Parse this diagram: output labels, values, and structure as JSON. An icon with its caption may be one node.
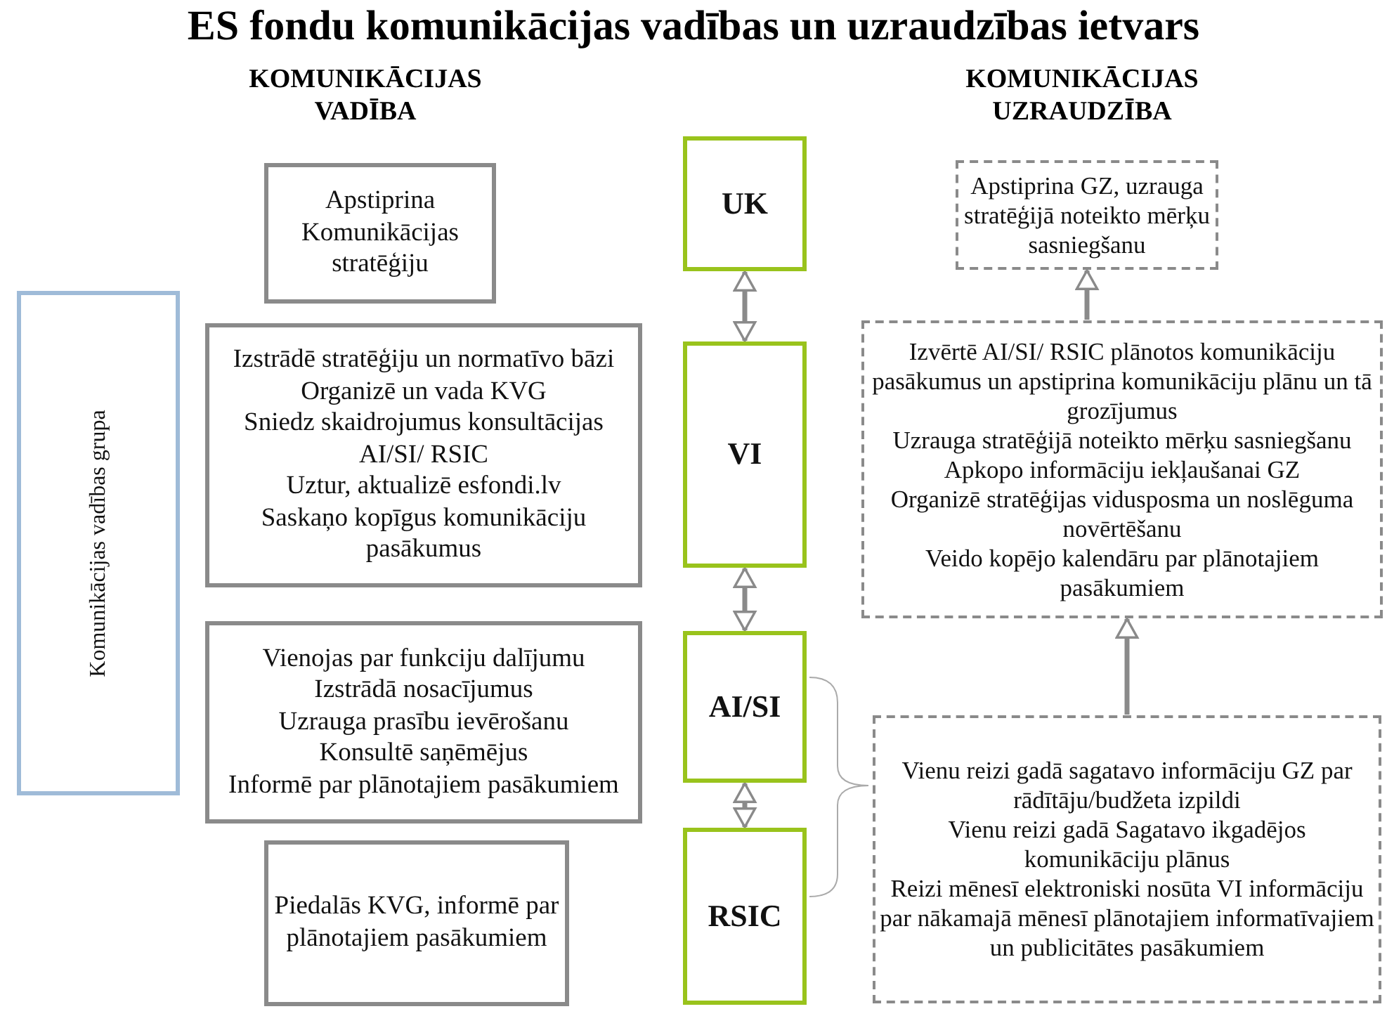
{
  "diagram": {
    "title": "ES fondu komunikācijas vadības un uzraudzības ietvars",
    "nodes": [
      {
        "text": [
          "Komunikācijas vadības grupa"
        ]
      },
      {
        "text": [
          "Apstiprina Komunikācijas stratēģiju"
        ]
      },
      {
        "text": [
          "UK"
        ]
      },
      {
        "text": [
          "Apstiprina GZ, uzrauga stratēģijā noteikto mērķu sasniegšanu"
        ]
      },
      {
        "text": [
          "Izstrādē stratēģiju un normatīvo bāzi",
          "Organizē un vada KVG",
          "Sniedz skaidrojumus konsultācijas AI/SI/ RSIC",
          "Uztur, aktualizē esfondi.lv",
          "Saskaņo kopīgus komunikāciju pasākumus"
        ]
      },
      {
        "text": [
          "VI"
        ]
      },
      {
        "text": [
          "Izvērtē AI/SI/ RSIC plānotos komunikāciju pasākumus un apstiprina komunikāciju plānu un tā grozījumus",
          "Uzrauga stratēģijā noteikto mērķu sasniegšanu",
          "Apkopo informāciju iekļaušanai GZ",
          "Organizē stratēģijas vidusposma un noslēguma novērtēšanu",
          "Veido kopējo kalendāru par plānotajiem pasākumiem"
        ]
      },
      {
        "text": [
          "Vienojas par funkciju dalījumu",
          "Izstrādā nosacījumus",
          "Uzrauga prasību ievērošanu",
          "Konsultē saņēmējus",
          "Informē par plānotajiem pasākumiem"
        ]
      },
      {
        "text": [
          "AI/SI"
        ]
      },
      {
        "text": [
          "Vienu reizi gadā sagatavo informāciju GZ par rādītāju/budžeta izpildi",
          "Vienu reizi gadā Sagatavo ikgadējos komunikāciju plānus",
          "Reizi mēnesī elektroniski nosūta VI informāciju par nākamajā mēnesī plānotajiem informatīvajiem un publicitātes pasākumiem"
        ]
      },
      {
        "text": [
          "Piedalās KVG, informē par plānotajiem pasākumiem"
        ]
      },
      {
        "text": [
          "RSIC"
        ]
      }
    ],
    "edges": [
      {
        "from": 2,
        "to": 5,
        "arrow": "both"
      },
      {
        "from": 5,
        "to": 8,
        "arrow": "both"
      },
      {
        "from": 8,
        "to": 11,
        "arrow": "both"
      },
      {
        "from": 6,
        "to": 3,
        "arrow": "to"
      },
      {
        "from": 9,
        "to": 6,
        "arrow": "to"
      }
    ],
    "labels": [
      "KOMUNIKĀCIJAS VADĪBA",
      "KOMUNIKĀCIJAS UZRAUDZĪBA"
    ]
  }
}
